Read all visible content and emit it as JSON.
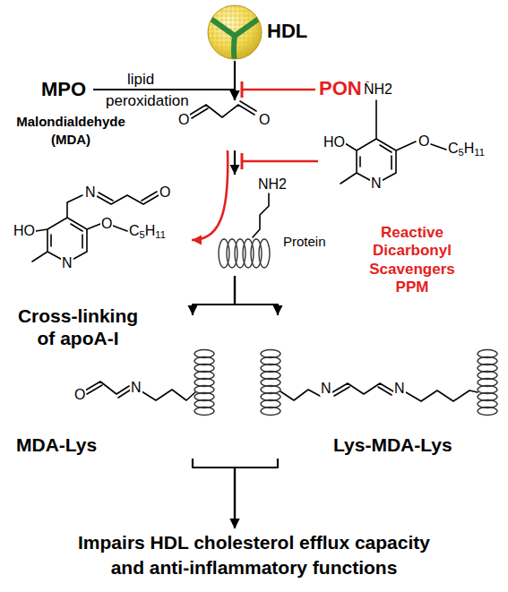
{
  "diagram": {
    "nodes": [
      {
        "text": [
          "HDL"
        ]
      },
      {
        "text": [
          "MPO"
        ]
      },
      {
        "text": [
          "PON1"
        ]
      },
      {
        "text": [
          "Malondialdehyde (MDA)",
          "O",
          "O"
        ]
      },
      {
        "text": [
          "NH2",
          "HO",
          "O",
          "C5H11",
          "N",
          "Reactive Dicarbonyl Scavengers PPM"
        ]
      },
      {
        "text": [
          "N",
          "O",
          "HO",
          "O",
          "C5H11",
          "N"
        ]
      },
      {
        "text": [
          "NH2",
          "Protein"
        ]
      },
      {
        "text": [
          "O",
          "N",
          "MDA-Lys"
        ]
      },
      {
        "text": [
          "N",
          "N",
          "Lys-MDA-Lys"
        ]
      },
      {
        "text": [
          "Impairs HDL cholesterol efflux capacity and anti-inflammatory functions"
        ]
      }
    ],
    "edges": [
      {
        "from": 0,
        "to": 3,
        "arrow": "to"
      },
      {
        "from": 1,
        "to": 3,
        "arrow": "to"
      },
      {
        "from": 2,
        "to": 3,
        "arrow": "to"
      },
      {
        "from": 3,
        "to": 6,
        "arrow": "to"
      },
      {
        "from": 4,
        "to": 6,
        "arrow": "to"
      },
      {
        "from": 3,
        "to": 5,
        "arrow": "to"
      },
      {
        "from": 6,
        "to": 7,
        "arrow": "to"
      },
      {
        "from": 6,
        "to": 8,
        "arrow": "to"
      },
      {
        "from": 7,
        "to": 9,
        "arrow": "to"
      },
      {
        "from": 8,
        "to": 9,
        "arrow": "to"
      }
    ],
    "labels": [
      "lipid",
      "peroxidation",
      "Cross-linking of apoA-I"
    ]
  }
}
